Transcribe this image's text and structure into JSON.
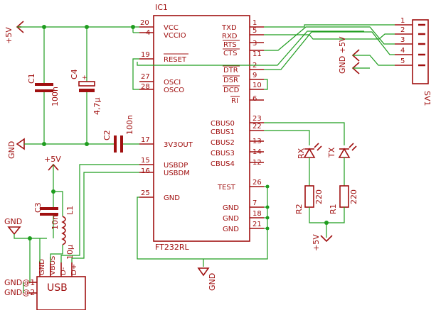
{
  "ic": {
    "ref": "IC1",
    "value": "FT232RL",
    "left_pins": [
      {
        "num": "20",
        "name": "VCC"
      },
      {
        "num": "4",
        "name": "VCCIO"
      },
      {
        "num": "19",
        "name": "RESET"
      },
      {
        "num": "27",
        "name": "OSCI"
      },
      {
        "num": "28",
        "name": "OSCO"
      },
      {
        "num": "17",
        "name": "3V3OUT"
      },
      {
        "num": "15",
        "name": "USBDP"
      },
      {
        "num": "16",
        "name": "USBDM"
      },
      {
        "num": "25",
        "name": "GND"
      }
    ],
    "right_pins": [
      {
        "num": "1",
        "name": "TXD"
      },
      {
        "num": "5",
        "name": "RXD"
      },
      {
        "num": "3",
        "name": "RTS"
      },
      {
        "num": "11",
        "name": "CTS"
      },
      {
        "num": "2",
        "name": "DTR"
      },
      {
        "num": "9",
        "name": "DSR"
      },
      {
        "num": "10",
        "name": "DCD"
      },
      {
        "num": "6",
        "name": "RI"
      },
      {
        "num": "23",
        "name": "CBUS0"
      },
      {
        "num": "22",
        "name": "CBUS1"
      },
      {
        "num": "13",
        "name": "CBUS2"
      },
      {
        "num": "14",
        "name": "CBUS3"
      },
      {
        "num": "12",
        "name": "CBUS4"
      },
      {
        "num": "26",
        "name": "TEST"
      },
      {
        "num": "7",
        "name": "GND"
      },
      {
        "num": "18",
        "name": "GND"
      },
      {
        "num": "21",
        "name": "GND"
      }
    ]
  },
  "components": {
    "c1": {
      "ref": "C1",
      "value": "100n"
    },
    "c4": {
      "ref": "C4",
      "value": "4,7µ"
    },
    "c2": {
      "ref": "C2",
      "value": "100n"
    },
    "c3": {
      "ref": "C3",
      "value": "10n"
    },
    "l1": {
      "ref": "L1",
      "value": "10µ"
    },
    "r1": {
      "ref": "R1",
      "value": "220"
    },
    "r2": {
      "ref": "R2",
      "value": "220"
    },
    "led_rx": {
      "label": "RX"
    },
    "led_tx": {
      "label": "TX"
    }
  },
  "connector": {
    "ref": "SV1",
    "pins": [
      "1",
      "2",
      "3",
      "4",
      "5"
    ]
  },
  "usb": {
    "label": "USB",
    "pins": [
      "GND",
      "VBUS",
      "D-",
      "D+"
    ],
    "shield": [
      "GND@1",
      "GND@2"
    ]
  },
  "supplies": {
    "plus5v": "+5V",
    "gnd": "GND"
  }
}
